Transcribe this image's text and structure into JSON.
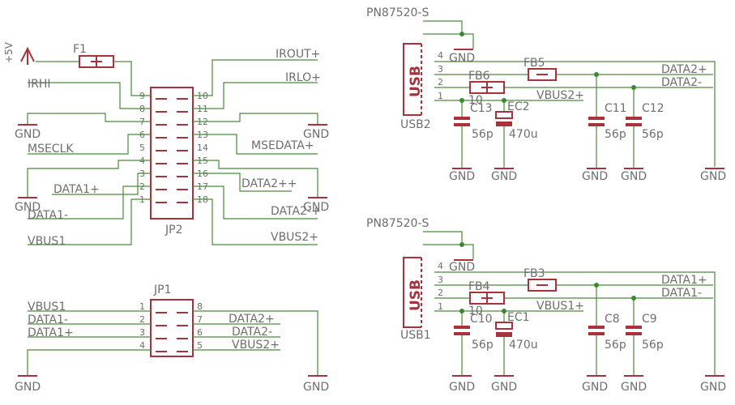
{
  "colors": {
    "wire": "#4b8a3c",
    "part": "#a8323c",
    "junction": "#3a8a2c",
    "text": "#6e6e6e"
  },
  "labels": {
    "plus5v": "+5V",
    "f1": "F1",
    "irhi": "IRHI",
    "gnd": "GND",
    "mseclk": "MSECLK",
    "data1p": "DATA1+",
    "data1m": "DATA1-",
    "vbus1": "VBUS1",
    "irout": "IROUT+",
    "irlo": "IRLO+",
    "msedata": "MSEDATA+",
    "data2p": "DATA2++",
    "data2m": "DATA2-+",
    "vbus2": "VBUS2+",
    "jp2": "JP2",
    "jp1": "JP1",
    "pn_top": "PN87520-S",
    "pn_bot": "PN87520-S",
    "usb": "USB",
    "usb2": "USB2",
    "usb1": "USB1",
    "fb5": "FB5",
    "fb6": "FB6",
    "fb3": "FB3",
    "fb4": "FB4",
    "val10": "10",
    "c13": "C13",
    "ec2": "EC2",
    "c11": "C11",
    "c12": "C12",
    "c10": "C10",
    "ec1": "EC1",
    "c8": "C8",
    "c9": "C9",
    "p56": "56p",
    "u470": "470u",
    "top_data2p": "DATA2+",
    "top_data2m": "DATA2-",
    "top_vbus2": "VBUS2+",
    "bot_data1p": "DATA1+",
    "bot_data1m": "DATA1-",
    "bot_vbus1": "VBUS1+",
    "jp1_data2p": "DATA2+",
    "jp1_data2m": "DATA2-",
    "jp1_vbus2": "VBUS2+"
  },
  "jp2_left_pins": [
    "9",
    "8",
    "7",
    "6",
    "5",
    "4",
    "3",
    "2",
    "1"
  ],
  "jp2_right_pins": [
    "10",
    "11",
    "12",
    "13",
    "14",
    "15",
    "16",
    "17",
    "18"
  ],
  "jp1_left_pins": [
    "1",
    "2",
    "3",
    "4"
  ],
  "jp1_right_pins": [
    "8",
    "7",
    "6",
    "5"
  ],
  "usb_pins": [
    "4",
    "3",
    "2",
    "1"
  ]
}
